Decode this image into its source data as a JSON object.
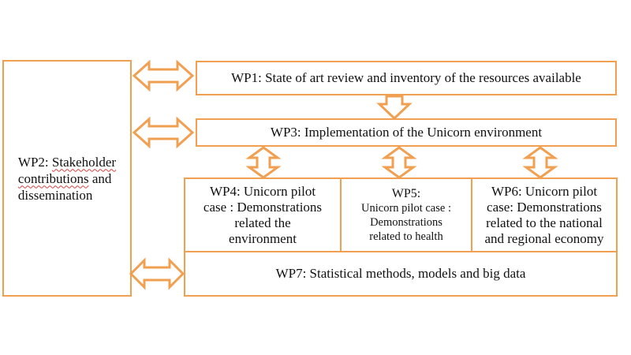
{
  "diagram": {
    "accent_color": "#f0a050",
    "wp2": {
      "prefix": "WP2: ",
      "word1": "Stakeholder",
      "word2": "contributions",
      "rest": " and",
      "line3": "dissemination"
    },
    "wp1": {
      "label": "WP1: State of art review and inventory of the resources available"
    },
    "wp3": {
      "label": "WP3: Implementation of the Unicorn environment"
    },
    "wp4": {
      "line1": "WP4: Unicorn pilot",
      "line2": "case : Demonstrations",
      "line3": "related the",
      "line4": "environment"
    },
    "wp5": {
      "line1": "WP5:",
      "line2": "Unicorn pilot case :",
      "line3": "Demonstrations",
      "line4": "related to health"
    },
    "wp6": {
      "line1": "WP6: Unicorn pilot",
      "line2": "case:  Demonstrations",
      "line3": "related to the national",
      "line4": "and regional economy"
    },
    "wp7": {
      "label": "WP7: Statistical methods, models and big data"
    },
    "arrows": [
      "double-horizontal-arrow",
      "down-arrow",
      "double-vertical-arrow"
    ]
  }
}
